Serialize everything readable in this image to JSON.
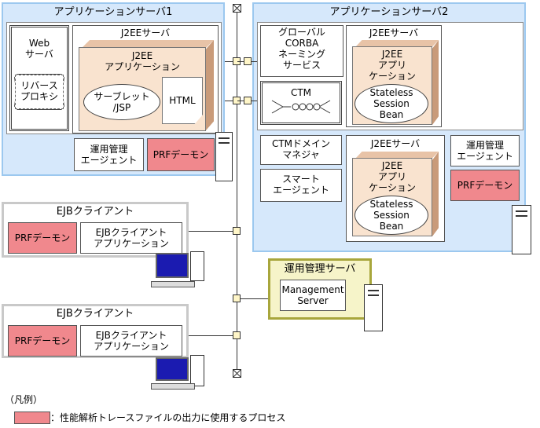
{
  "as1": {
    "title": "アプリケーションサーバ1",
    "web_server": "Web\nサーバ",
    "reverse_proxy": "リバース\nプロキシ",
    "j2ee_server": "J2EEサーバ",
    "j2ee_app": "J2EE\nアプリケーション",
    "servlet": "サーブレット\n/JSP",
    "html": "HTML",
    "ops_agent": "運用管理\nエージェント",
    "prf": "PRFデーモン"
  },
  "as2": {
    "title": "アプリケーションサーバ2",
    "naming": "グローバル\nCORBA\nネーミング\nサービス",
    "ctm": "CTM",
    "ctm_domain": "CTMドメイン\nマネジャ",
    "smart_agent": "スマート\nエージェント",
    "j2ee_server_a": "J2EEサーバ",
    "j2ee_app_a": "J2EE\nアプリ\nケーション",
    "bean_a": "Stateless\nSession\nBean",
    "j2ee_server_b": "J2EEサーバ",
    "j2ee_app_b": "J2EE\nアプリ\nケーション",
    "bean_b": "Stateless\nSession\nBean",
    "ops_agent": "運用管理\nエージェント",
    "prf": "PRFデーモン"
  },
  "ejb1": {
    "title": "EJBクライアント",
    "prf": "PRFデーモン",
    "app": "EJBクライアント\nアプリケーション"
  },
  "ejb2": {
    "title": "EJBクライアント",
    "prf": "PRFデーモン",
    "app": "EJBクライアント\nアプリケーション"
  },
  "mgmt": {
    "title": "運用管理サーバ",
    "server": "Management\nServer"
  },
  "legend": {
    "heading": "（凡例）",
    "desc": "：性能解析トレースファイルの出力に使用するプロセス"
  },
  "colors": {
    "prf_fill": "#f0888d",
    "server_region": "#d6e8fb",
    "mgmt_frame": "#a8a63c"
  }
}
